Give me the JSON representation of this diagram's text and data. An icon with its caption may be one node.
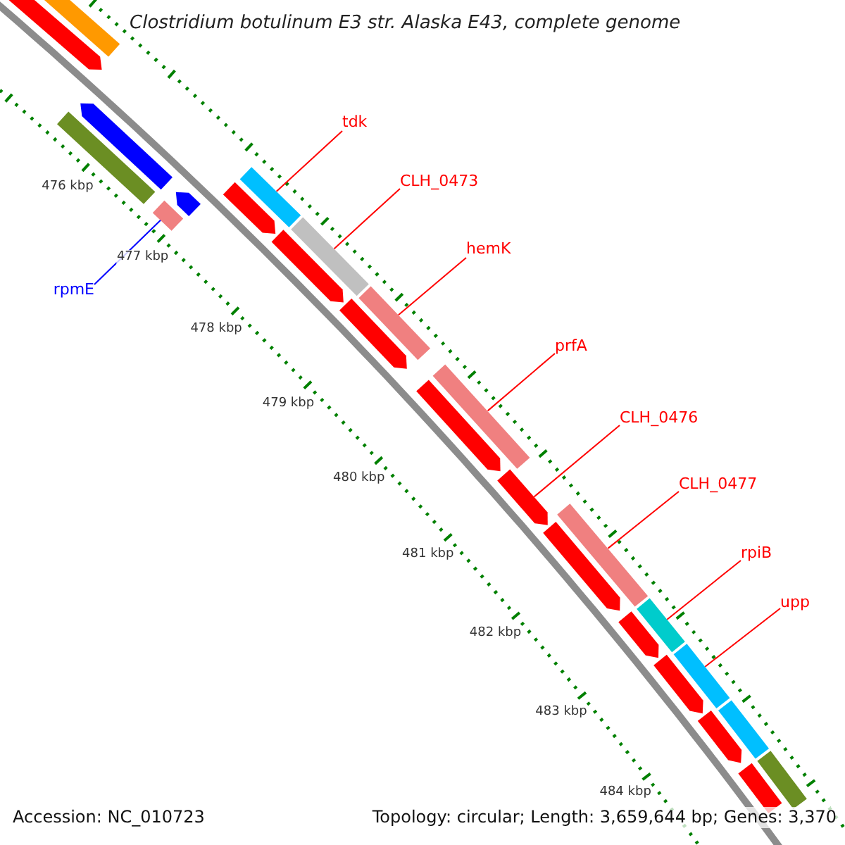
{
  "diagram": {
    "title": "Clostridium botulinum E3 str. Alaska E43, complete genome",
    "nodes": [
      {
        "text": [
          "tdk"
        ]
      },
      {
        "text": [],
        "shape": "bar"
      },
      {
        "text": [
          "CLH_0473"
        ]
      },
      {
        "text": [],
        "shape": "bar"
      },
      {
        "text": [
          "hemK"
        ]
      },
      {
        "text": [],
        "shape": "bar"
      },
      {
        "text": [
          "prfA"
        ]
      },
      {
        "text": [],
        "shape": "bar"
      },
      {
        "text": [
          "CLH_0476"
        ]
      },
      {
        "text": [],
        "shape": "bar"
      },
      {
        "text": [
          "CLH_0477"
        ]
      },
      {
        "text": [],
        "shape": "bar"
      },
      {
        "text": [
          "rpiB"
        ]
      },
      {
        "text": [],
        "shape": "bar"
      },
      {
        "text": [
          "upp"
        ]
      },
      {
        "text": [],
        "shape": "bar"
      },
      {
        "text": [
          "rpmE"
        ]
      },
      {
        "text": [],
        "shape": "bar"
      },
      {
        "text": [],
        "shape": "bar"
      },
      {
        "text": [],
        "shape": "bar"
      },
      {
        "text": [],
        "shape": "bar"
      },
      {
        "text": [],
        "shape": "bar"
      },
      {
        "text": [],
        "shape": "bar"
      },
      {
        "text": [],
        "shape": "bar"
      },
      {
        "text": [],
        "shape": "bar"
      },
      {
        "text": [],
        "shape": "bar"
      },
      {
        "text": [],
        "shape": "bar"
      },
      {
        "text": [],
        "shape": "bar"
      },
      {
        "text": [],
        "shape": "bar"
      },
      {
        "text": [],
        "shape": "bar"
      },
      {
        "text": [],
        "shape": "bar"
      },
      {
        "text": [],
        "shape": "bar"
      },
      {
        "text": [],
        "shape": "bar"
      },
      {
        "text": [],
        "shape": "bar"
      }
    ],
    "edges": [
      {
        "from": 0,
        "to": 1,
        "arrow": "none"
      },
      {
        "from": 2,
        "to": 3,
        "arrow": "none"
      },
      {
        "from": 4,
        "to": 5,
        "arrow": "none"
      },
      {
        "from": 6,
        "to": 7,
        "arrow": "none"
      },
      {
        "from": 8,
        "to": 9,
        "arrow": "none"
      },
      {
        "from": 10,
        "to": 11,
        "arrow": "none"
      },
      {
        "from": 12,
        "to": 13,
        "arrow": "none"
      },
      {
        "from": 14,
        "to": 15,
        "arrow": "none"
      },
      {
        "from": 16,
        "to": 17,
        "arrow": "none",
        "color": "#0000ff"
      }
    ],
    "labels": [
      "476 kbp",
      "477 kbp",
      "478 kbp",
      "479 kbp",
      "480 kbp",
      "481 kbp",
      "482 kbp",
      "483 kbp",
      "484 kbp",
      "Accession: NC_010723",
      "Topology: circular; Length: 3,659,644 bp; Genes: 3,370"
    ]
  }
}
